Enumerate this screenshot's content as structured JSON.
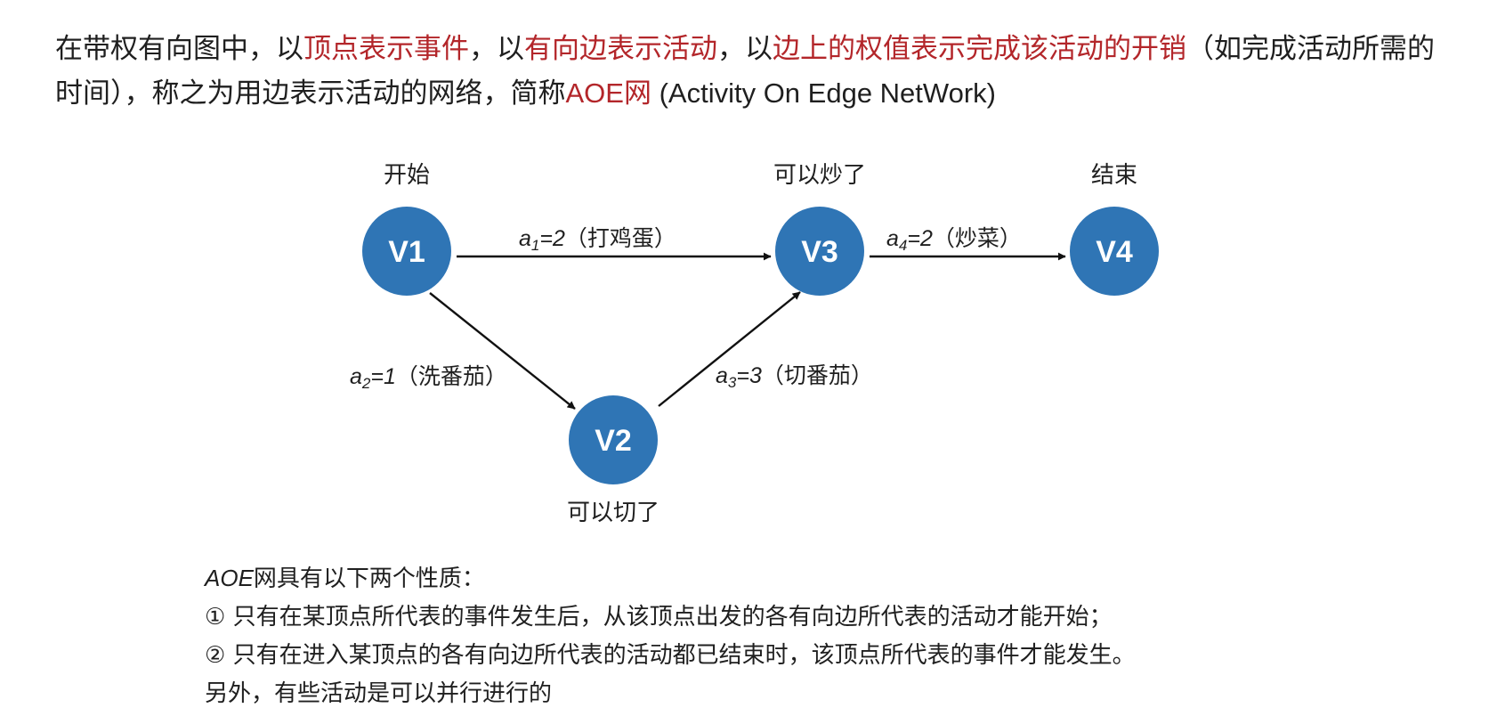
{
  "intro": {
    "t1": "在带权有向图中，以",
    "h1": "顶点表示事件",
    "t2": "，以",
    "h2": "有向边表示活动",
    "t3": "，以",
    "h3": "边上的权值表示完成该活动的开销",
    "t4": "（如完成活动所需的时间），称之为用边表示活动的网络，简称",
    "h4": "AOE网",
    "t5": " (Activity On Edge NetWork)",
    "highlight_color": "#b3262a"
  },
  "diagram": {
    "node_color": "#2f75b5",
    "nodes": [
      {
        "id": "V1",
        "label": "V1",
        "event": "开始"
      },
      {
        "id": "V2",
        "label": "V2",
        "event": "可以切了"
      },
      {
        "id": "V3",
        "label": "V3",
        "event": "可以炒了"
      },
      {
        "id": "V4",
        "label": "V4",
        "event": "结束"
      }
    ],
    "edges": [
      {
        "from": "V1",
        "to": "V3",
        "symbol": "a",
        "index": "1",
        "weight": "=2",
        "activity": "（打鸡蛋）"
      },
      {
        "from": "V1",
        "to": "V2",
        "symbol": "a",
        "index": "2",
        "weight": "=1",
        "activity": "（洗番茄）"
      },
      {
        "from": "V2",
        "to": "V3",
        "symbol": "a",
        "index": "3",
        "weight": "=3",
        "activity": "（切番茄）"
      },
      {
        "from": "V3",
        "to": "V4",
        "symbol": "a",
        "index": "4",
        "weight": "=2",
        "activity": "（炒菜）"
      }
    ]
  },
  "properties": {
    "title_term": "AOE",
    "title_rest": "网具有以下两个性质：",
    "items": [
      "① 只有在某顶点所代表的事件发生后，从该顶点出发的各有向边所代表的活动才能开始；",
      "② 只有在进入某顶点的各有向边所代表的活动都已结束时，该顶点所代表的事件才能发生。"
    ],
    "note": "另外，有些活动是可以并行进行的"
  }
}
